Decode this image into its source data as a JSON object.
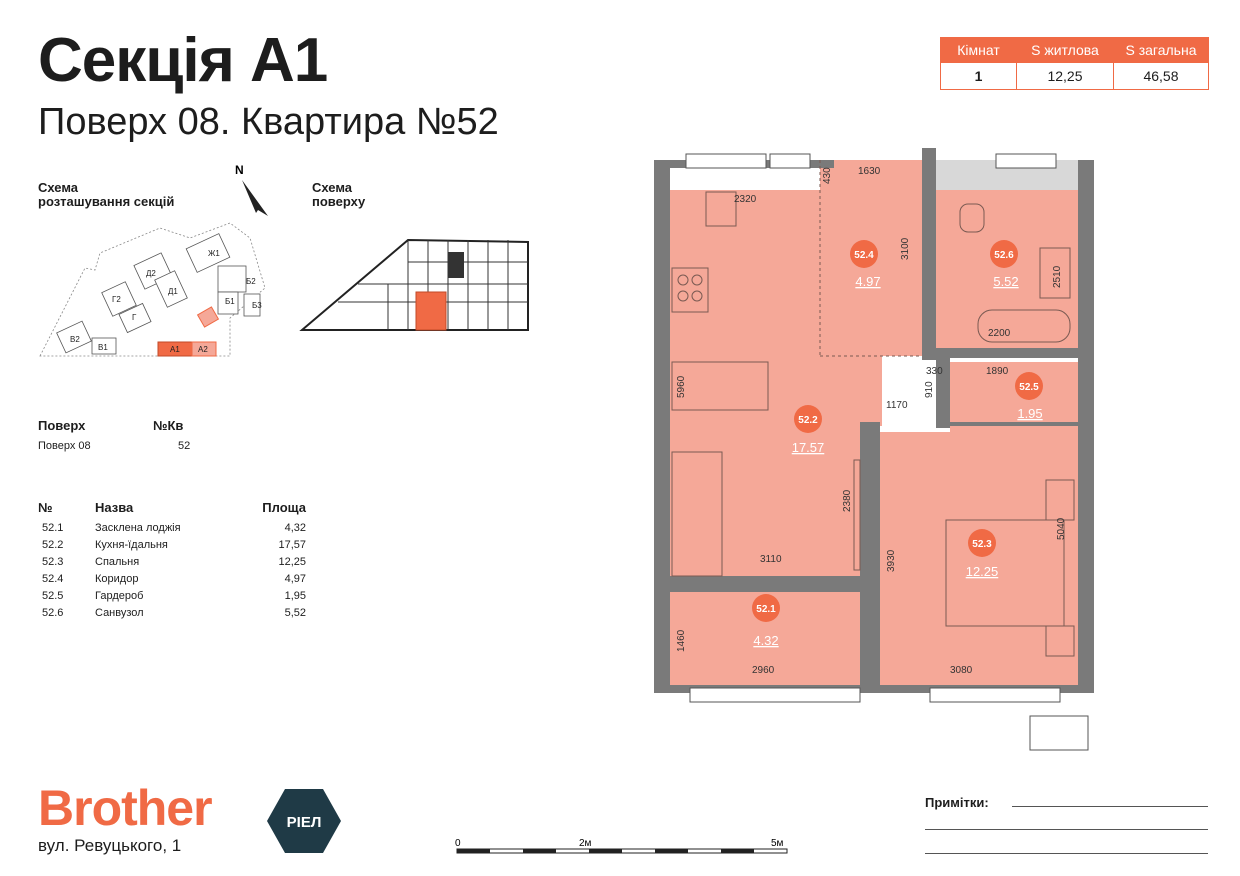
{
  "header": {
    "title": "Секція А1",
    "subtitle": "Поверх 08. Квартира №52"
  },
  "summary": {
    "headers": [
      "Кімнат",
      "S житлова",
      "S загальна"
    ],
    "values": [
      "1",
      "12,25",
      "46,58"
    ]
  },
  "schemes": {
    "sections_label_1": "Схема",
    "sections_label_2": "розташування секцій",
    "floor_label_1": "Схема",
    "floor_label_2": "поверху",
    "north": "N",
    "section_tags": [
      "Ж1",
      "Д2",
      "Д1",
      "Г2",
      "Г",
      "Б2",
      "Б1",
      "Б3",
      "В2",
      "В1",
      "А1",
      "А2"
    ]
  },
  "info": {
    "floor_label": "Поверх",
    "apt_label": "№Кв",
    "floor_value": "Поверх 08",
    "apt_value": "52"
  },
  "rooms_table": {
    "headers": [
      "№",
      "Назва",
      "Площа"
    ],
    "rows": [
      {
        "no": "52.1",
        "name": "Засклена лоджія",
        "area": "4,32"
      },
      {
        "no": "52.2",
        "name": "Кухня-їдальня",
        "area": "17,57"
      },
      {
        "no": "52.3",
        "name": "Спальня",
        "area": "12,25"
      },
      {
        "no": "52.4",
        "name": "Коридор",
        "area": "4,97"
      },
      {
        "no": "52.5",
        "name": "Гардероб",
        "area": "1,95"
      },
      {
        "no": "52.6",
        "name": "Санвузол",
        "area": "5,52"
      }
    ]
  },
  "plan": {
    "rooms": [
      {
        "id": "52.1",
        "area": "4.32"
      },
      {
        "id": "52.2",
        "area": "17.57"
      },
      {
        "id": "52.3",
        "area": "12.25"
      },
      {
        "id": "52.4",
        "area": "4.97"
      },
      {
        "id": "52.5",
        "area": "1.95"
      },
      {
        "id": "52.6",
        "area": "5.52"
      }
    ],
    "dims": [
      "1630",
      "430",
      "2320",
      "3100",
      "2510",
      "2200",
      "5960",
      "330",
      "1890",
      "910",
      "1170",
      "2380",
      "3110",
      "3930",
      "5040",
      "1460",
      "2960",
      "3080"
    ]
  },
  "footer": {
    "brand": "Brother",
    "badge": "РІЕЛ",
    "address": "вул. Ревуцького, 1",
    "notes_label": "Примітки:",
    "scale": [
      "0",
      "2м",
      "5м"
    ]
  },
  "colors": {
    "accent": "#f06a45",
    "room_fill": "#f5a898",
    "badge_bg": "#1f3a46",
    "wall": "#7a7a7a"
  }
}
